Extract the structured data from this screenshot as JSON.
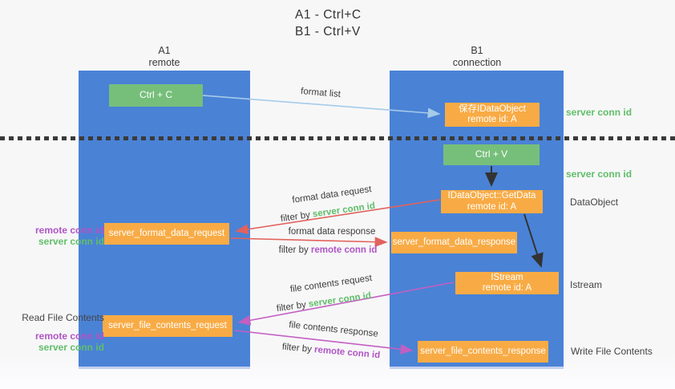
{
  "title": {
    "line1": "A1 - Ctrl+C",
    "line2": "B1 - Ctrl+V"
  },
  "columns": {
    "left": {
      "name": "A1",
      "subtitle": "remote"
    },
    "right": {
      "name": "B1",
      "subtitle": "connection"
    }
  },
  "boxes": {
    "ctrl_c": "Ctrl + C",
    "ctrl_v": "Ctrl + V",
    "save_dataobject": {
      "line1": "保存IDataObject",
      "line2": "remote id: A"
    },
    "getdata": {
      "line1": "IDataObject::GetData",
      "line2": "remote id: A"
    },
    "istream": {
      "line1": "IStream",
      "line2": "remote id: A"
    },
    "format_request": "server_format_data_request",
    "format_response": "server_format_data_response",
    "file_request": "server_file_contents_request",
    "file_response": "server_file_contents_response"
  },
  "arrow_labels": {
    "format_list": "format list",
    "format_data_request": "format data request",
    "format_data_response": "format data response",
    "file_contents_request": "file contents request",
    "file_contents_response": "file contents response",
    "filter_by": "filter by ",
    "server_conn_id": "server conn id",
    "remote_conn_id": "remote conn id"
  },
  "side_labels": {
    "server_conn_id_top": "server conn id",
    "server_conn_id_mid": "server conn id",
    "dataobject": "DataObject",
    "istream": "Istream",
    "write_file_contents": "Write File Contents",
    "read_file_contents": "Read File Contents",
    "remote_conn_id_left1": "remote conn id",
    "server_conn_id_left1": "server conn id",
    "remote_conn_id_left2": "remote conn id",
    "server_conn_id_left2": "server conn id"
  },
  "colors": {
    "lifeline_blue": "#4a82d6",
    "box_green": "#76bf7a",
    "box_orange": "#f8ab45",
    "arrow_light_blue": "#a6cbe8",
    "arrow_red": "#e2625c",
    "arrow_magenta": "#c35fc2",
    "arrow_black": "#333333",
    "text_green": "#5fbe68",
    "text_purple": "#b055c5",
    "text_dark": "#3d3d3d"
  }
}
